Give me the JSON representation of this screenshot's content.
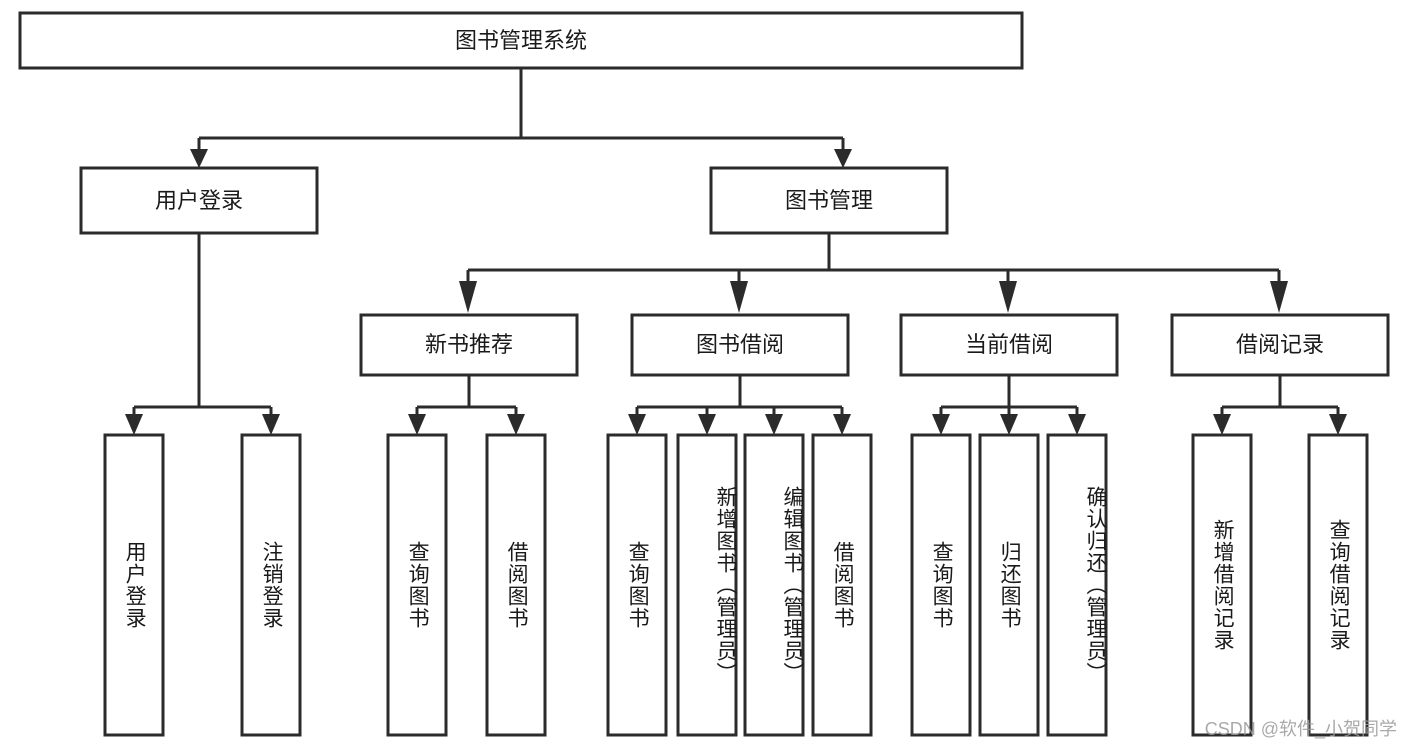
{
  "diagram": {
    "title_node": {
      "label": "图书管理系统"
    },
    "level1": [
      {
        "label": "用户登录"
      },
      {
        "label": "图书管理"
      }
    ],
    "level2": [
      {
        "label": "新书推荐"
      },
      {
        "label": "图书借阅"
      },
      {
        "label": "当前借阅"
      },
      {
        "label": "借阅记录"
      }
    ],
    "leaves": {
      "user_login": [
        {
          "label": "用户登录"
        },
        {
          "label": "注销登录"
        }
      ],
      "new_book_rec": [
        {
          "label": "查询图书"
        },
        {
          "label": "借阅图书"
        }
      ],
      "book_borrow": [
        {
          "label": "查询图书"
        },
        {
          "label": "新增图书（管理员）"
        },
        {
          "label": "编辑图书（管理员）"
        },
        {
          "label": "借阅图书"
        }
      ],
      "current_borrow": [
        {
          "label": "查询图书"
        },
        {
          "label": "归还图书"
        },
        {
          "label": "确认归还（管理员）"
        }
      ],
      "borrow_record": [
        {
          "label": "新增借阅记录"
        },
        {
          "label": "查询借阅记录"
        }
      ]
    }
  },
  "watermark": {
    "text": "CSDN @软件_小贺同学"
  },
  "colors": {
    "box_stroke": "#2b2b2b",
    "box_fill": "#ffffff",
    "text": "#1a1a1a",
    "watermark": "#9b9b9b"
  }
}
